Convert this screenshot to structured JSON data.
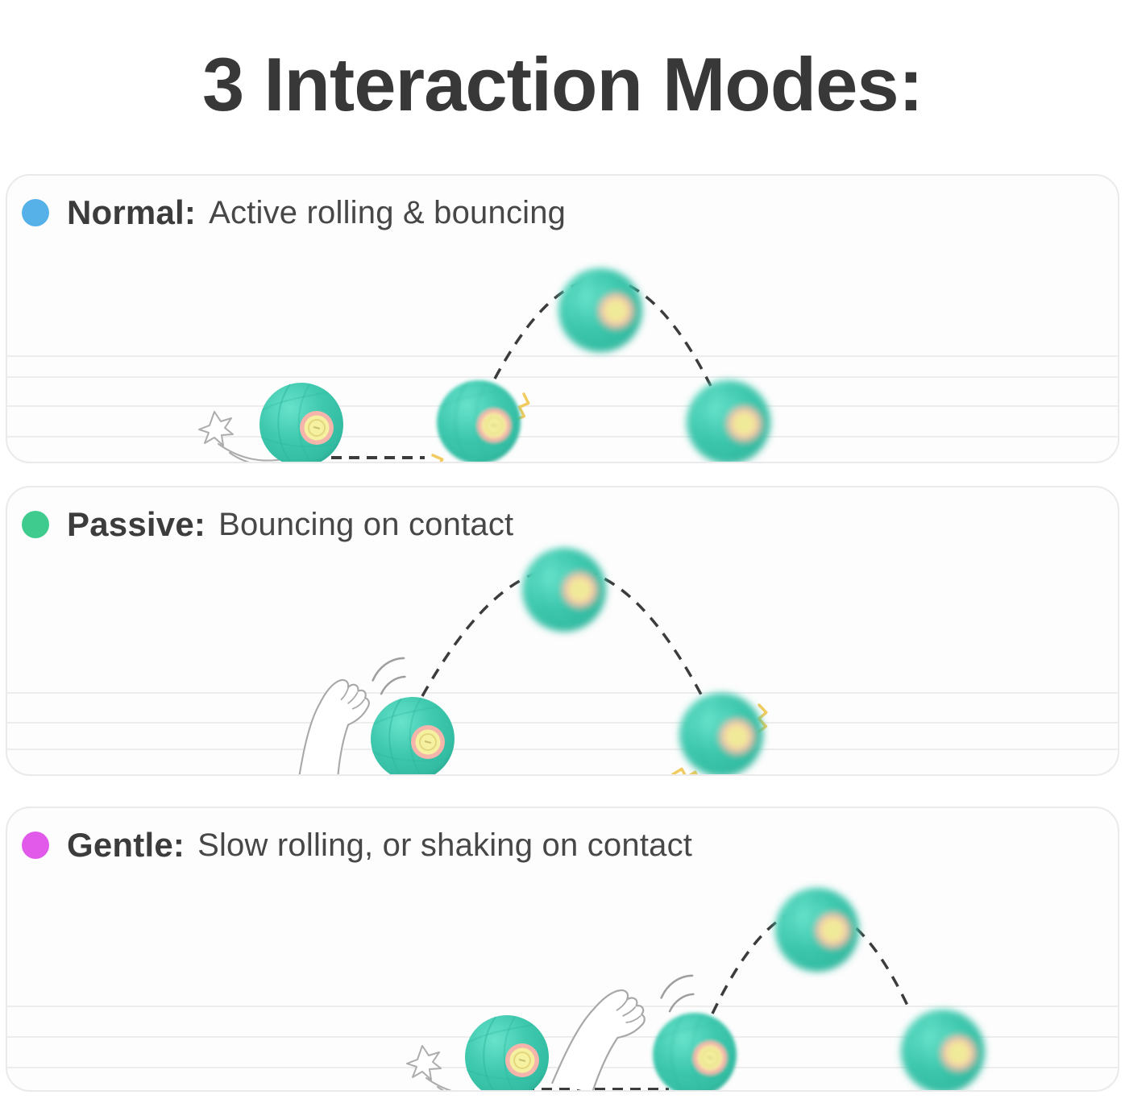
{
  "title": "3 Interaction Modes:",
  "modes": [
    {
      "name": "Normal:",
      "description": "Active rolling & bouncing",
      "dot_color": "#57B1E9"
    },
    {
      "name": "Passive:",
      "description": "Bouncing on contact",
      "dot_color": "#3FCB8E"
    },
    {
      "name": "Gentle:",
      "description": "Slow rolling, or shaking on contact",
      "dot_color": "#E15AE9"
    }
  ],
  "colors": {
    "ball_teal": "#3FC9AF",
    "ball_teal_dark": "#239884",
    "ball_face_pink": "#F5B5AB",
    "ball_face_yellow": "#F5F1A0",
    "trajectory_dash": "#3C3C3C",
    "impact_zigzag": "#F1CB5F",
    "floor_line": "#ededed",
    "title_text": "#383838"
  },
  "icons": [
    "pet-ball-icon",
    "cat-paw-icon",
    "impact-poof-icon",
    "motion-flick-icon",
    "vibration-zigzag-icon"
  ]
}
